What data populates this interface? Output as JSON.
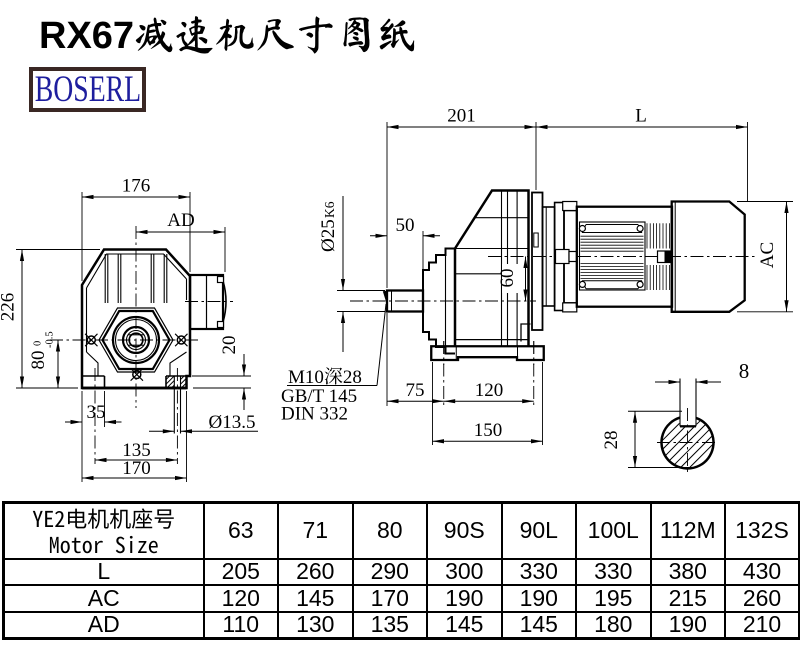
{
  "title": {
    "model": "RX67",
    "name_cn": "减速机尺寸图纸"
  },
  "logo": {
    "text": "BOSERL",
    "text_color": "#1e1e9e",
    "border_color": "#3a2824"
  },
  "dims": {
    "front": {
      "overall_width": "176",
      "center_to_box": "AD",
      "overall_height": "226",
      "axis_height": "80",
      "axis_tol_upper": "0",
      "axis_tol_lower": "-0.5",
      "foot_thickness": "20",
      "foot_width": "35",
      "bolt_spacing": "135",
      "base_width": "170",
      "bolt_hole_dia": "Ø13.5"
    },
    "side": {
      "housing_length": "201",
      "motor_length": "L",
      "shaft_length": "50",
      "shaft_dia": "Ø25",
      "shaft_fit": "K6",
      "axis_offset": "60",
      "shaft_to_bolt": "75",
      "bolt_spacing": "120",
      "base_length": "150",
      "motor_dia": "AC"
    },
    "section": {
      "key_width": "8",
      "key_height": "28"
    }
  },
  "notes": {
    "tapped_hole": "M10深28",
    "standard_gb": "GB/T 145",
    "standard_din": "DIN 332"
  },
  "table": {
    "header": {
      "label_cn": "YE2电机机座号",
      "label_en": "Motor Size",
      "sizes": [
        "63",
        "71",
        "80",
        "90S",
        "90L",
        "100L",
        "112M",
        "132S"
      ]
    },
    "rows": [
      {
        "label": "L",
        "values": [
          "205",
          "260",
          "290",
          "300",
          "330",
          "330",
          "380",
          "430"
        ]
      },
      {
        "label": "AC",
        "values": [
          "120",
          "145",
          "170",
          "190",
          "190",
          "195",
          "215",
          "260"
        ]
      },
      {
        "label": "AD",
        "values": [
          "110",
          "130",
          "135",
          "145",
          "145",
          "180",
          "190",
          "210"
        ]
      }
    ]
  }
}
